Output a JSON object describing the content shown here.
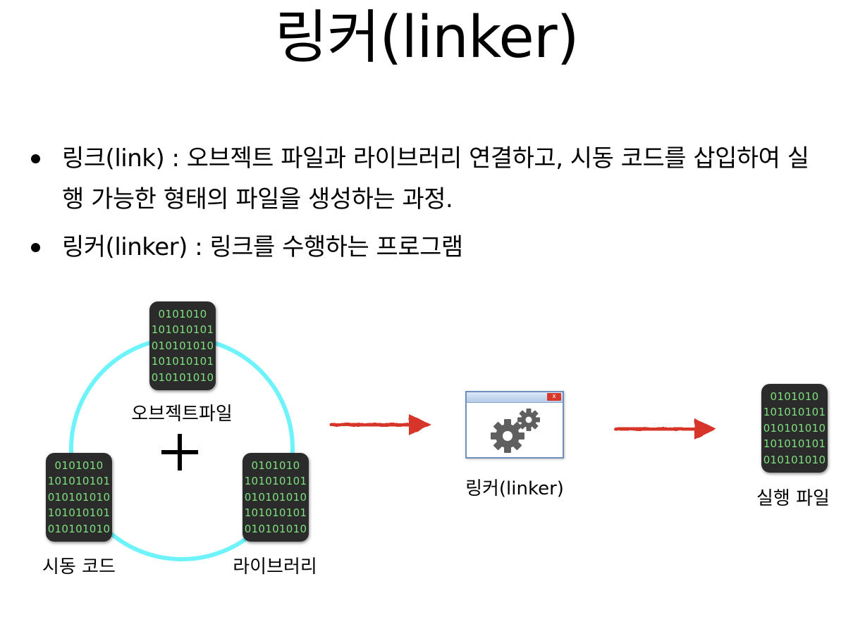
{
  "title": "링커(linker)",
  "bullets": [
    {
      "text": "링크(link) : 오브젝트 파일과 라이브러리 연결하고, 시동 코드를 삽입하여 실행 가능한 형태의 파일을 생성하는 과정."
    },
    {
      "text": "링커(linker) : 링크를 수행하는 프로그램"
    }
  ],
  "binary_lines": [
    "0101010",
    "101010101",
    "010101010",
    "101010101",
    "010101010"
  ],
  "diagram": {
    "object_file_label": "오브젝트파일",
    "startup_code_label": "시동 코드",
    "library_label": "라이브러리",
    "linker_label": "링커(linker)",
    "executable_label": "실행 파일",
    "window_close_glyph": "x",
    "plus_symbol": "+"
  },
  "colors": {
    "cycle": "#6ff3fb",
    "arrow": "#d8362b",
    "card": "#2b2b2b",
    "binary_text": "#7fe07f",
    "gear": "#5f5f5f",
    "window_border": "#6f8fbf"
  },
  "icons": {
    "arrow": "arrow-right-icon",
    "gear": "gear-icon",
    "close": "close-icon"
  }
}
